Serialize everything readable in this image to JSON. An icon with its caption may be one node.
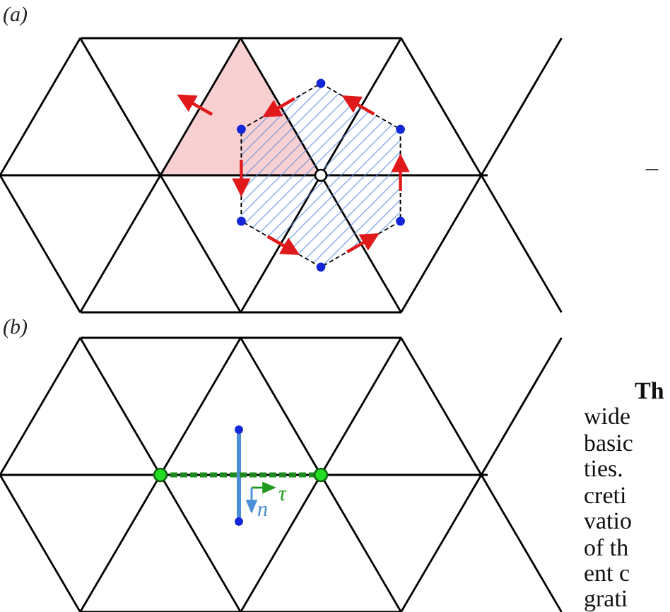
{
  "diagram": {
    "labels": [
      "(a)",
      "(b)",
      "τ",
      "n",
      "–",
      "**Th**",
      "wide",
      "basic",
      "ties.",
      "creti",
      "vatio",
      "of th",
      "ent c",
      "grati"
    ]
  }
}
